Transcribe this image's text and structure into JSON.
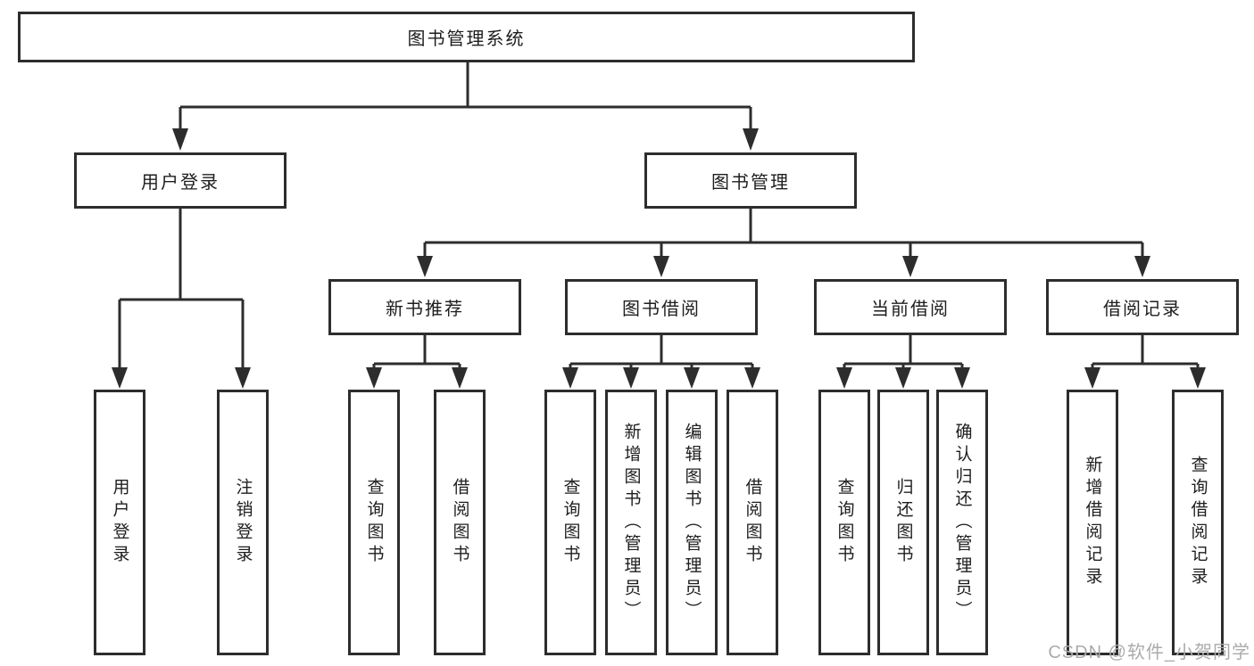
{
  "diagram": {
    "nodes": {
      "root": "图书管理系统",
      "user_login": "用户登录",
      "book_mgmt": "图书管理",
      "new_book": "新书推荐",
      "book_borrow": "图书借阅",
      "current_borrow": "当前借阅",
      "borrow_record": "借阅记录",
      "leaves": {
        "user_login": [
          "用户登录",
          "注销登录"
        ],
        "new_book": [
          "查询图书",
          "借阅图书"
        ],
        "book_borrow": [
          "查询图书",
          "新增图书（管理员）",
          "编辑图书（管理员）",
          "借阅图书"
        ],
        "current_borrow": [
          "查询图书",
          "归还图书",
          "确认归还（管理员）"
        ],
        "borrow_record": [
          "新增借阅记录",
          "查询借阅记录"
        ]
      }
    }
  },
  "watermark": "CSDN @软件_小贺同学",
  "colors": {
    "line": "#2d2d2d",
    "box_border": "#2d2d2d",
    "text": "#1e1e1e",
    "watermark": "#ababab",
    "background": "#ffffff"
  }
}
